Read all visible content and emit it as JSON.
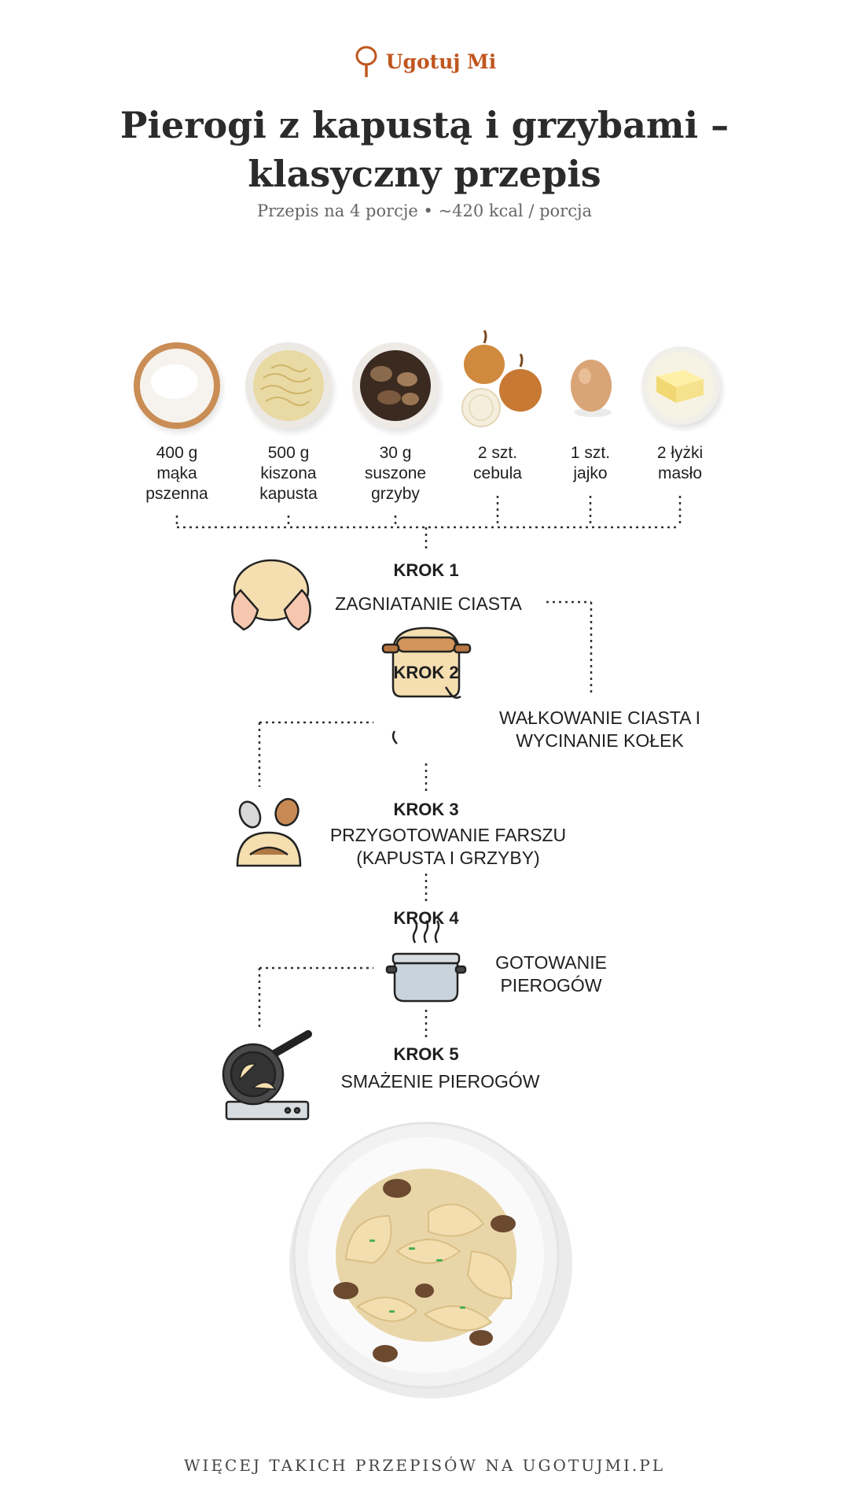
{
  "brand": {
    "name": "Ugotuj Mi",
    "icon": "spoon-icon",
    "color": "#c0561f"
  },
  "recipe": {
    "title": "Pierogi z kapustą i grzybami – klasyczny przepis",
    "subtitle": "Przepis na 4 porcje • ~420 kcal / porcja"
  },
  "ingredients": [
    {
      "qty": "400 g",
      "name": "mąka pszenna",
      "icon": "flour-bowl-icon"
    },
    {
      "qty": "500 g",
      "name": "kiszona kapusta",
      "icon": "sauerkraut-bowl-icon"
    },
    {
      "qty": "30 g",
      "name": "suszone grzyby",
      "icon": "dried-mushrooms-bowl-icon"
    },
    {
      "qty": "2 szt.",
      "name": "cebula",
      "icon": "onions-icon"
    },
    {
      "qty": "1 szt.",
      "name": "jajko",
      "icon": "egg-icon"
    },
    {
      "qty": "2 łyżki",
      "name": "masło",
      "icon": "butter-dish-icon"
    }
  ],
  "steps": [
    {
      "label": "KROK 1",
      "text": "ZAGNIATANIE CIASTA",
      "icon": "kneading-hands-icon"
    },
    {
      "label": "KROK 2",
      "text": "WAŁKOWANIE CIASTA I WYCINANIE KOŁEK",
      "icon": "rolling-pin-icon"
    },
    {
      "label": "KROK 3",
      "text": "PRZYGOTOWANIE FARSZU (KAPUSTA I GRZYBY)",
      "icon": "dumpling-filling-icon"
    },
    {
      "label": "KROK 4",
      "text": "GOTOWANIE PIEROGÓW",
      "icon": "boiling-pot-icon"
    },
    {
      "label": "KROK 5",
      "text": "SMAŻENIE PIEROGÓW",
      "icon": "frying-pan-icon"
    }
  ],
  "dish": {
    "icon": "pierogi-plate-icon"
  },
  "footer": {
    "text": "WIĘCEJ TAKICH PRZEPISÓW NA UGOTUJMI.PL"
  }
}
